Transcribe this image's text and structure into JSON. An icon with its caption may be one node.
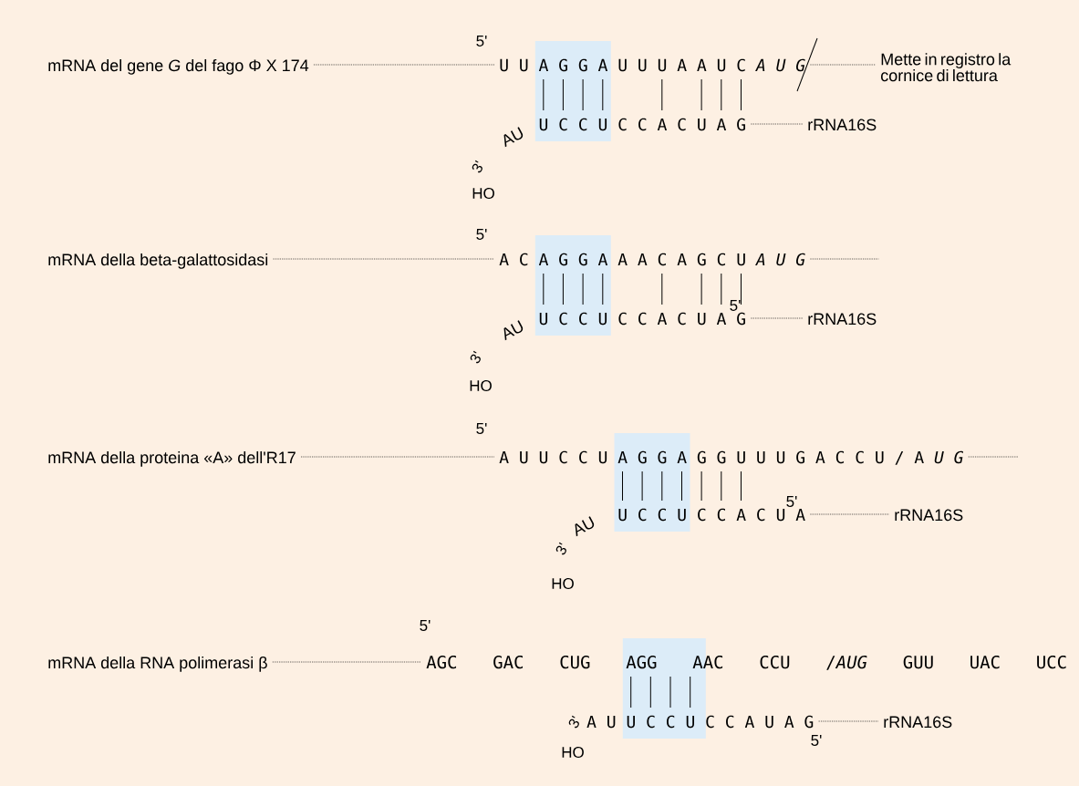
{
  "diagram": {
    "nodes": [
      {
        "text": [
          "mRNA del gene *G* del fago  Φ X 174"
        ]
      },
      {
        "text": [
          "U U A G G A U U U A A U C *A U G*"
        ]
      },
      {
        "text": [
          "Mette in registro la cornice di lettura"
        ]
      },
      {
        "text": [
          "U C C U C C A C U A G"
        ]
      },
      {
        "text": [
          "rRNA16S"
        ]
      },
      {
        "text": [
          "mRNA della beta-galattosidasi"
        ]
      },
      {
        "text": [
          "A C A G G A A A C A G C U *A U G*"
        ]
      },
      {
        "text": [
          "U C C U C C A C U A G"
        ]
      },
      {
        "text": [
          "rRNA16S"
        ]
      },
      {
        "text": [
          "mRNA della proteina «A» dell'R17"
        ]
      },
      {
        "text": [
          "A U U C C U A G G A G G U U U G A C C U / A *U G*"
        ]
      },
      {
        "text": [
          "U C C U C C A C U A"
        ]
      },
      {
        "text": [
          "rRNA16S"
        ]
      },
      {
        "text": [
          "mRNA della RNA polimerasi β"
        ]
      },
      {
        "text": [
          "AGC GAC CUG AGG AAC CCU /*AUG* GUU UAC UCC"
        ]
      },
      {
        "text": [
          "A U U C C U C C A U A G"
        ]
      },
      {
        "text": [
          "rRNA16S"
        ]
      }
    ],
    "edges": [
      {
        "from": 0,
        "to": 1,
        "arrow": "none",
        "style": "dashed"
      },
      {
        "from": 1,
        "to": 2,
        "arrow": "none",
        "style": "dashed"
      },
      {
        "from": 3,
        "to": 4,
        "arrow": "none",
        "style": "dashed"
      },
      {
        "from": 5,
        "to": 6,
        "arrow": "none",
        "style": "dashed"
      },
      {
        "from": 6,
        "to": null,
        "arrow": "none",
        "style": "dashed"
      },
      {
        "from": 7,
        "to": 8,
        "arrow": "none",
        "style": "dashed"
      },
      {
        "from": 9,
        "to": 10,
        "arrow": "none",
        "style": "dashed"
      },
      {
        "from": 10,
        "to": null,
        "arrow": "none",
        "style": "dashed"
      },
      {
        "from": 11,
        "to": 12,
        "arrow": "none",
        "style": "dashed"
      },
      {
        "from": 13,
        "to": 14,
        "arrow": "none",
        "style": "dashed"
      },
      {
        "from": 15,
        "to": 16,
        "arrow": "none",
        "style": "dashed"
      }
    ],
    "labels": [
      "5'",
      "AU",
      "3'",
      "HO",
      "5'",
      "5'",
      "AU",
      "3'",
      "HO",
      "5'",
      "5'",
      "AU",
      "3'",
      "HO",
      "5'",
      "3'",
      "5'",
      "HO"
    ]
  }
}
